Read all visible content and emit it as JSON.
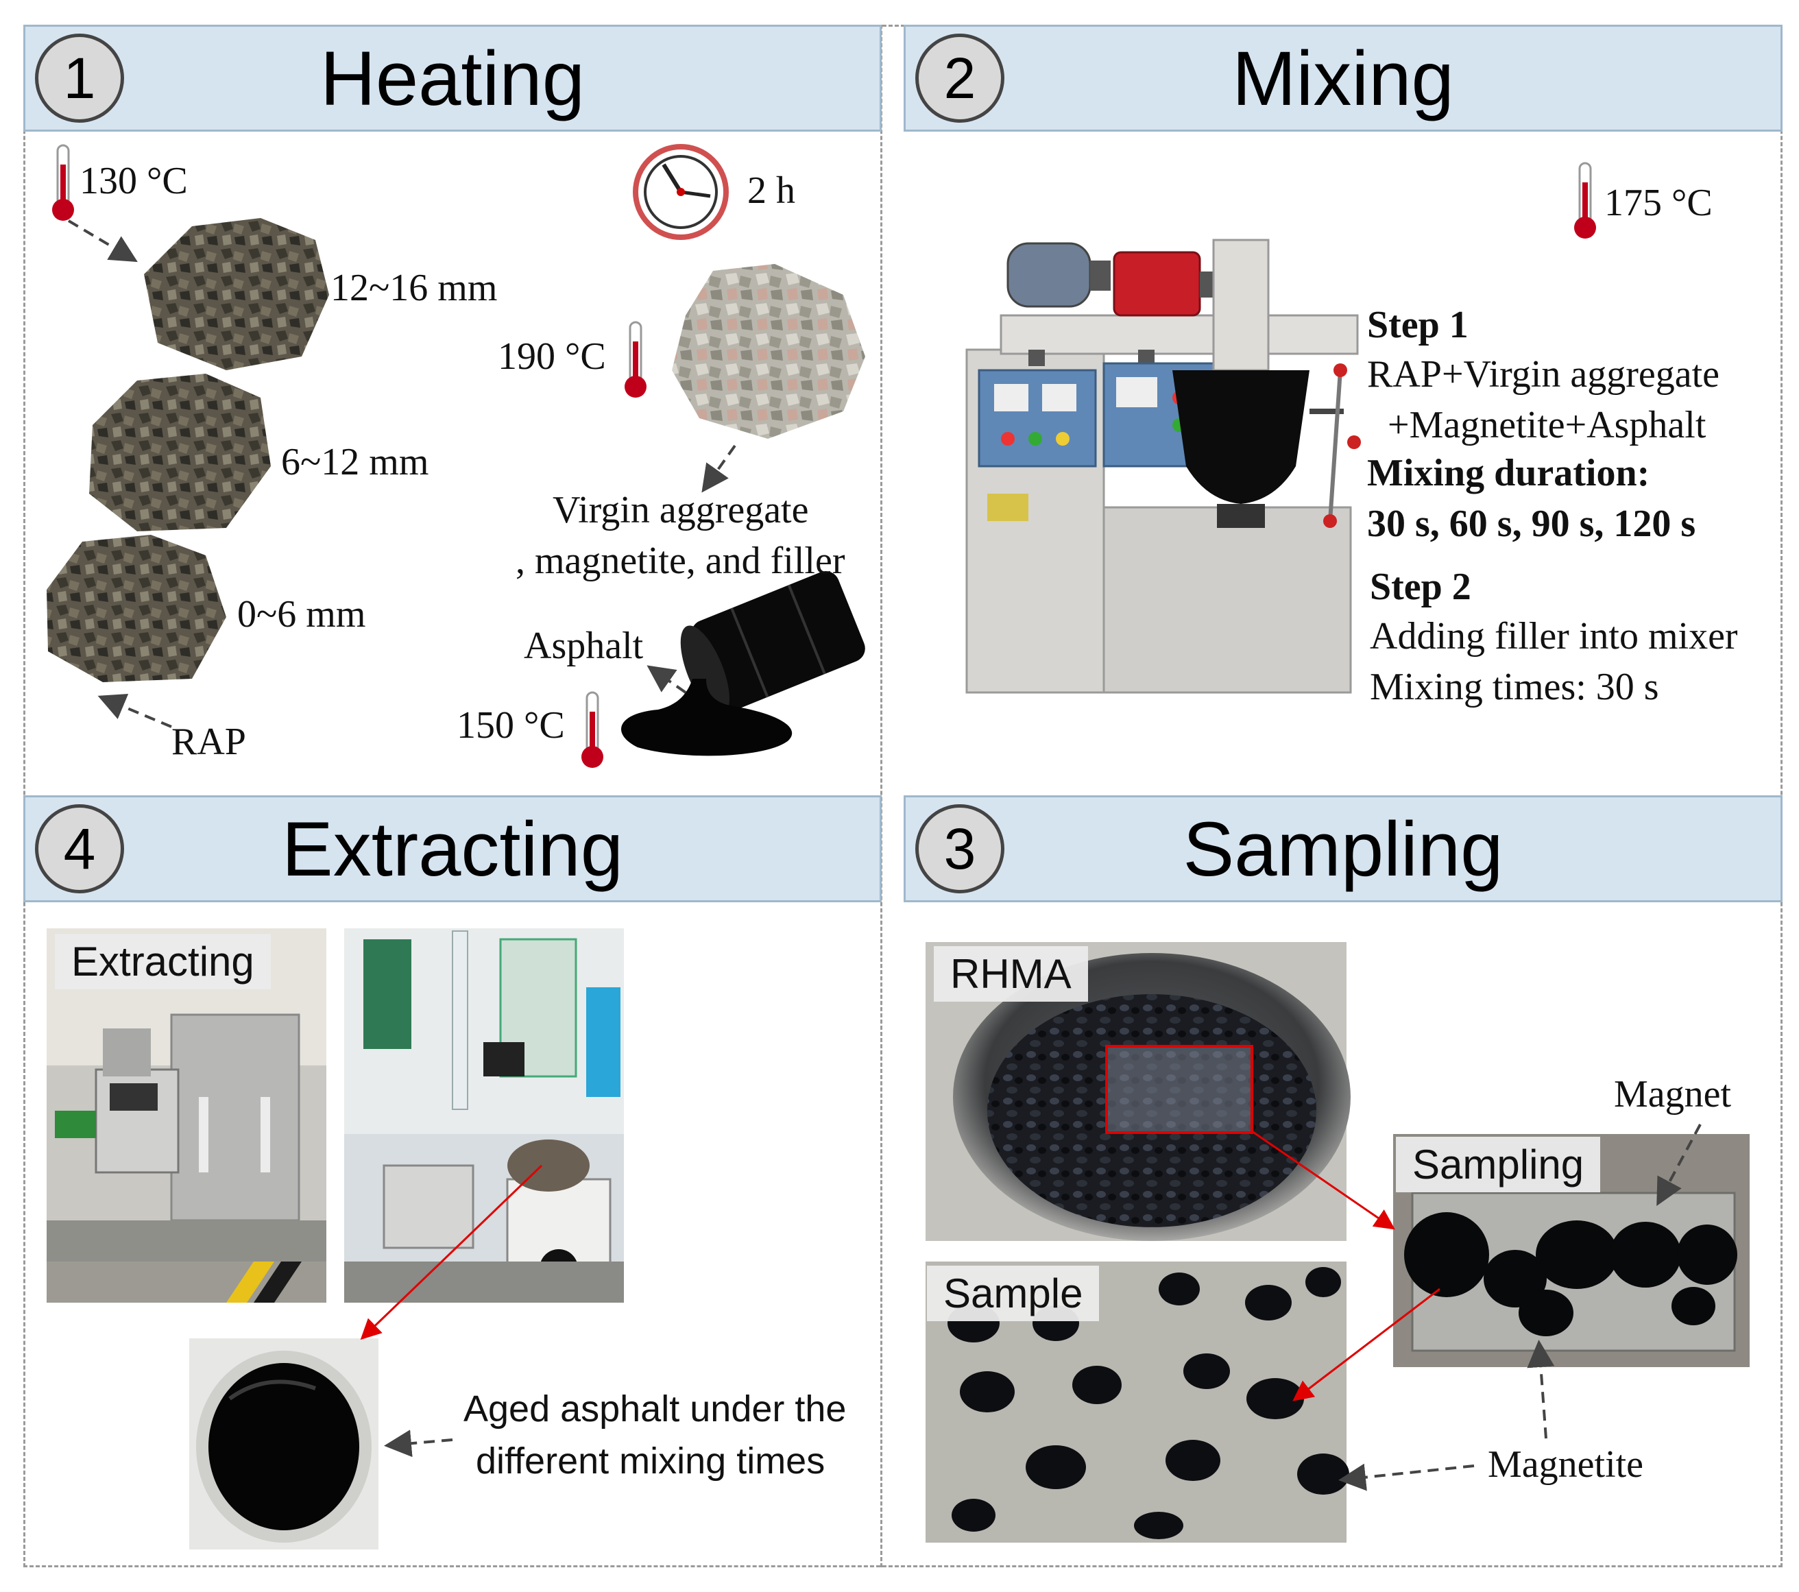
{
  "panels": {
    "heating": {
      "number": "1",
      "title": "Heating"
    },
    "mixing": {
      "number": "2",
      "title": "Mixing"
    },
    "extracting": {
      "number": "4",
      "title": "Extracting"
    },
    "sampling": {
      "number": "3",
      "title": "Sampling"
    }
  },
  "heating": {
    "rap_temp": "130 °C",
    "time": "2 h",
    "size_large": "12~16 mm",
    "size_medium": "6~12 mm",
    "size_small": "0~6 mm",
    "rap_label": "RAP",
    "virgin_temp": "190 °C",
    "virgin_label_line1": "Virgin aggregate",
    "virgin_label_line2": ", magnetite, and filler",
    "asphalt_label": "Asphalt",
    "asphalt_temp": "150 °C"
  },
  "mixing": {
    "temp": "175 °C",
    "step1_title": "Step 1",
    "step1_line1": "RAP+Virgin aggregate",
    "step1_line2": "+Magnetite+Asphalt",
    "duration_title": "Mixing duration:",
    "duration_values": "30 s, 60 s, 90 s, 120 s",
    "step2_title": "Step 2",
    "step2_line1": "Adding filler into mixer",
    "step2_line2": "Mixing times: 30 s"
  },
  "extracting": {
    "photo_tag": "Extracting",
    "caption_line1": "Aged asphalt under the",
    "caption_line2": "different mixing times"
  },
  "sampling": {
    "tag_rhma": "RHMA",
    "tag_sample": "Sample",
    "tag_sampling": "Sampling",
    "magnet_label": "Magnet",
    "magnetite_label": "Magnetite"
  },
  "colors": {
    "header_bg": "#d6e4f0",
    "thermometer": "#c0001a",
    "arrow_red": "#e00000",
    "asphalt": "#0a0a0a"
  }
}
